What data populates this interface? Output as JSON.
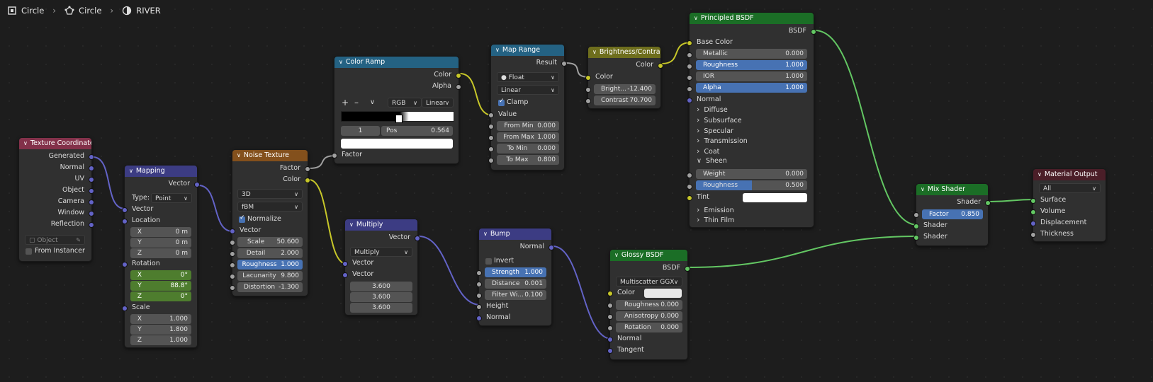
{
  "breadcrumb": {
    "object": "Circle",
    "mesh": "Circle",
    "material": "RIVER"
  },
  "tex_coord": {
    "title": "Texture Coordinate",
    "outputs": [
      "Generated",
      "Normal",
      "UV",
      "Object",
      "Camera",
      "Window",
      "Reflection"
    ],
    "object_placeholder": "Object",
    "from_instancer": "From Instancer"
  },
  "mapping": {
    "title": "Mapping",
    "out": "Vector",
    "type_label": "Type:",
    "type_value": "Point",
    "in_vector": "Vector",
    "location": "Location",
    "rotation": "Rotation",
    "scale": "Scale",
    "loc": [
      {
        "a": "X",
        "v": "0 m"
      },
      {
        "a": "Y",
        "v": "0 m"
      },
      {
        "a": "Z",
        "v": "0 m"
      }
    ],
    "rot": [
      {
        "a": "X",
        "v": "0°"
      },
      {
        "a": "Y",
        "v": "88.8°"
      },
      {
        "a": "Z",
        "v": "0°"
      }
    ],
    "scl": [
      {
        "a": "X",
        "v": "1.000"
      },
      {
        "a": "Y",
        "v": "1.800"
      },
      {
        "a": "Z",
        "v": "1.000"
      }
    ]
  },
  "noise": {
    "title": "Noise Texture",
    "out_factor": "Factor",
    "out_color": "Color",
    "dim": "3D",
    "type": "fBM",
    "normalize": "Normalize",
    "in_vector": "Vector",
    "fields": [
      {
        "k": "Scale",
        "v": "50.600"
      },
      {
        "k": "Detail",
        "v": "2.000"
      },
      {
        "k": "Roughness",
        "v": "1.000"
      },
      {
        "k": "Lacunarity",
        "v": "9.800"
      },
      {
        "k": "Distortion",
        "v": "-1.300"
      }
    ]
  },
  "ramp": {
    "title": "Color Ramp",
    "out_color": "Color",
    "out_alpha": "Alpha",
    "plus": "+",
    "minus": "–",
    "chev": "∨",
    "mode": "RGB",
    "interp": "Linear",
    "index": "1",
    "pos_label": "Pos",
    "pos_value": "0.564",
    "in_factor": "Factor"
  },
  "map_range": {
    "title": "Map Range",
    "out": "Result",
    "dtype": "Float",
    "interp": "Linear",
    "clamp": "Clamp",
    "in_value": "Value",
    "fields": [
      {
        "k": "From Min",
        "v": "0.000"
      },
      {
        "k": "From Max",
        "v": "1.000"
      },
      {
        "k": "To Min",
        "v": "0.000"
      },
      {
        "k": "To Max",
        "v": "0.800"
      }
    ]
  },
  "bc": {
    "title": "Brightness/Contrast",
    "out": "Color",
    "in_color": "Color",
    "bright_k": "Bright...",
    "bright_v": "-12.400",
    "contrast_k": "Contrast",
    "contrast_v": "70.700"
  },
  "multiply": {
    "title": "Multiply",
    "out": "Vector",
    "op": "Multiply",
    "in1": "Vector",
    "in2": "Vector",
    "vals": [
      "3.600",
      "3.600",
      "3.600"
    ]
  },
  "bump": {
    "title": "Bump",
    "out": "Normal",
    "invert": "Invert",
    "height": "Height",
    "normal": "Normal",
    "fields": [
      {
        "k": "Strength",
        "v": "1.000"
      },
      {
        "k": "Distance",
        "v": "0.001"
      },
      {
        "k": "Filter Wi...",
        "v": "0.100"
      }
    ]
  },
  "glossy": {
    "title": "Glossy BSDF",
    "out": "BSDF",
    "dist": "Multiscatter GGX",
    "color": "Color",
    "normal": "Normal",
    "tangent": "Tangent",
    "fields": [
      {
        "k": "Roughness",
        "v": "0.000"
      },
      {
        "k": "Anisotropy",
        "v": "0.000"
      },
      {
        "k": "Rotation",
        "v": "0.000"
      }
    ]
  },
  "principled": {
    "title": "Principled BSDF",
    "out": "BSDF",
    "base_color": "Base Color",
    "normal": "Normal",
    "tint": "Tint",
    "fields": [
      {
        "k": "Metallic",
        "v": "0.000"
      },
      {
        "k": "Roughness",
        "v": "1.000"
      },
      {
        "k": "IOR",
        "v": "1.000"
      },
      {
        "k": "Alpha",
        "v": "1.000"
      }
    ],
    "panels": [
      "Diffuse",
      "Subsurface",
      "Specular",
      "Transmission",
      "Coat",
      "Sheen"
    ],
    "sheen": [
      {
        "k": "Weight",
        "v": "0.000"
      },
      {
        "k": "Roughness",
        "v": "0.500",
        "fill": 0.5
      }
    ],
    "panels2": [
      "Emission",
      "Thin Film"
    ]
  },
  "mix": {
    "title": "Mix Shader",
    "out": "Shader",
    "factor_k": "Factor",
    "factor_v": "0.850",
    "in1": "Shader",
    "in2": "Shader"
  },
  "output": {
    "title": "Material Output",
    "target": "All",
    "surface": "Surface",
    "volume": "Volume",
    "displacement": "Displacement",
    "thickness": "Thickness"
  },
  "colors": {
    "input_hdr": "#83314a",
    "vector_hdr": "#3c3c83",
    "texture_hdr": "#83501c",
    "converter_hdr": "#246283",
    "color_hdr": "#6e6e1d",
    "shader_hdr": "#1b6e26",
    "output_hdr": "#4b1e28"
  }
}
